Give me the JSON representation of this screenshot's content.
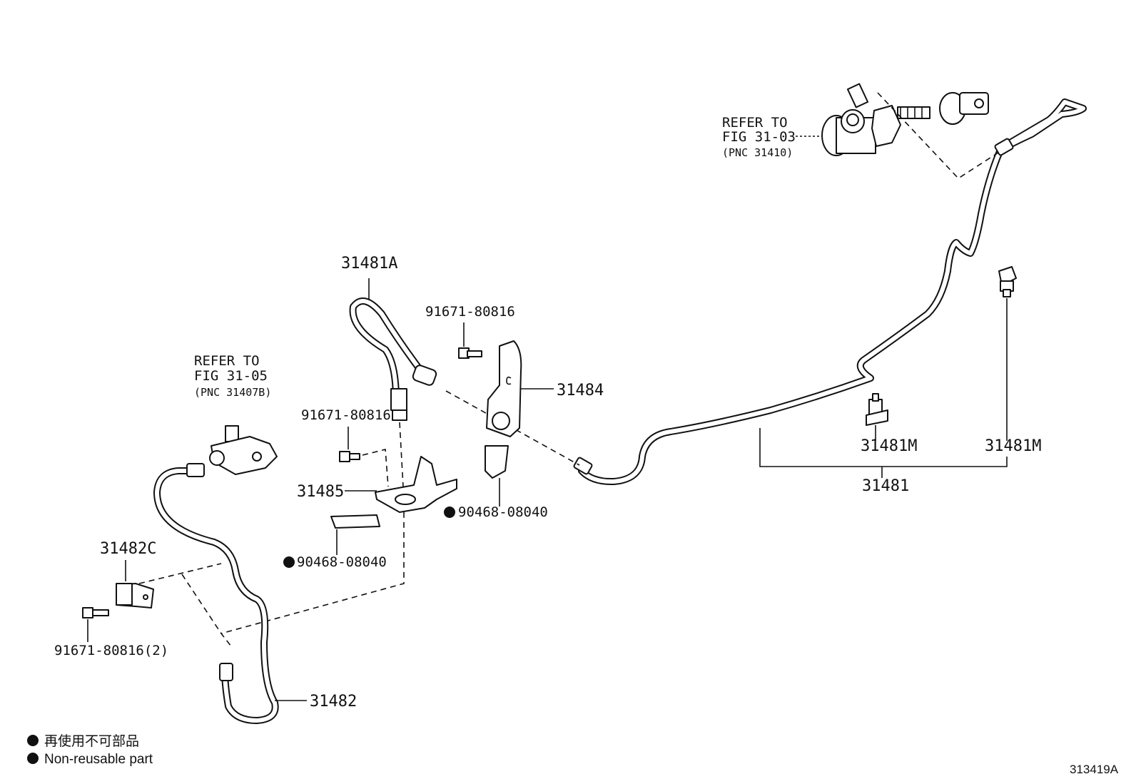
{
  "refs": {
    "master_cylinder": {
      "line1": "REFER TO",
      "line2": "FIG 31-03",
      "line3": "(PNC 31410)"
    },
    "release_cylinder": {
      "line1": "REFER TO",
      "line2": "FIG 31-05",
      "line3": "(PNC 31407B)"
    }
  },
  "parts": {
    "p31481A": "31481A",
    "p91671_a": "91671-80816",
    "p31484": "31484",
    "p91671_b": "91671-80816",
    "p31485": "31485",
    "p90468_a": "90468-08040",
    "p90468_b": "90468-08040",
    "p31482C": "31482C",
    "p91671_c": "91671-80816(2)",
    "p31482": "31482",
    "p31481M_a": "31481M",
    "p31481M_b": "31481M",
    "p31481": "31481"
  },
  "legend": {
    "jp": "再使用不可部品",
    "en": "Non-reusable part"
  },
  "figure_code": "313419A"
}
